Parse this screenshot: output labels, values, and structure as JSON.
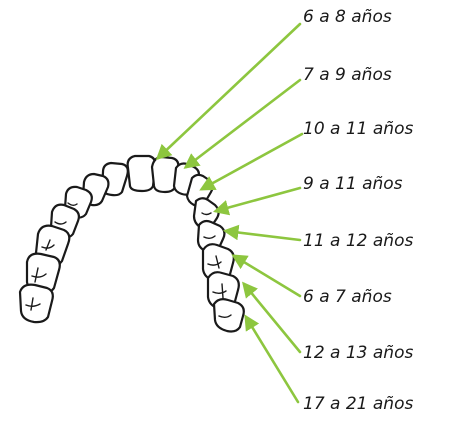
{
  "accent_color": "#8dc63f",
  "labels": [
    {
      "text": "6 a 8 años"
    },
    {
      "text": "7 a 9 años"
    },
    {
      "text": "10 a 11 años"
    },
    {
      "text": "9 a 11 años"
    },
    {
      "text": "11 a 12 años"
    },
    {
      "text": "6 a 7 años"
    },
    {
      "text": "12 a 13 años"
    },
    {
      "text": "17 a 21 años"
    }
  ]
}
